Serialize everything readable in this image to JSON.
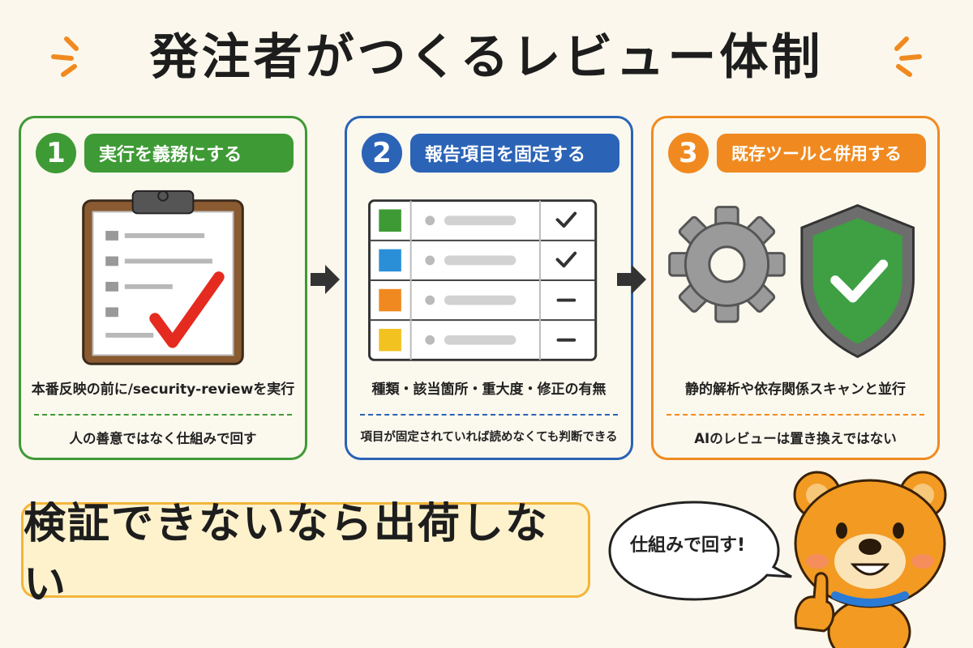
{
  "title": "発注者がつくるレビュー体制",
  "steps": [
    {
      "number": "1",
      "heading": "実行を義務にする",
      "description": "本番反映の前に/security-reviewを実行",
      "note": "人の善意ではなく仕組みで回す"
    },
    {
      "number": "2",
      "heading": "報告項目を固定する",
      "description": "種類・該当箇所・重大度・修正の有無",
      "note": "項目が固定されていれば読めなくても判断できる"
    },
    {
      "number": "3",
      "heading": "既存ツールと併用する",
      "description": "静的解析や依存関係スキャンと並行",
      "note": "AIのレビューは置き換えではない"
    }
  ],
  "banner": "検証できないなら出荷しない",
  "mascot_speech": "仕組みで回す!",
  "colors": {
    "green": "#3e9a35",
    "blue": "#2b63b6",
    "orange": "#f08a20",
    "banner_bg": "#fdf2cc"
  },
  "icons": [
    "clipboard-check-icon",
    "checklist-table-icon",
    "gear-icon",
    "shield-check-icon",
    "arrow-right-icon",
    "bear-mascot"
  ]
}
